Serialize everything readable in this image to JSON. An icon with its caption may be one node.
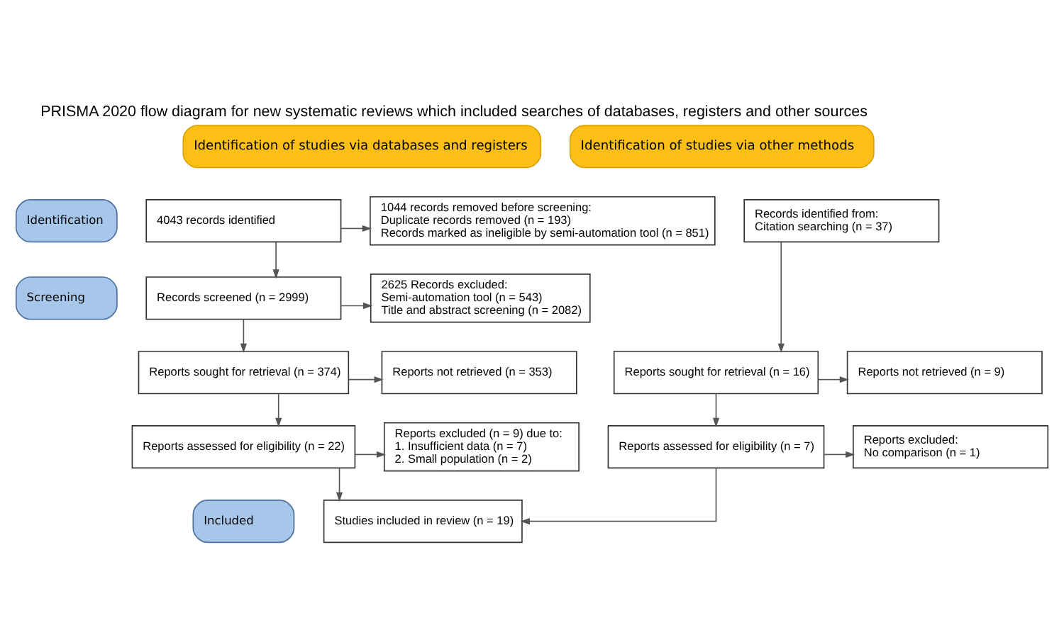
{
  "diagram": {
    "title": "PRISMA 2020 flow diagram for new systematic reviews which included searches of databases, registers and other sources",
    "nodes": [
      {
        "text": [
          "Identification of studies via databases and registers"
        ]
      },
      {
        "text": [
          "Identification of studies via other methods"
        ]
      },
      {
        "text": [
          "Identification"
        ]
      },
      {
        "text": [
          "4043 records identified"
        ]
      },
      {
        "text": [
          "1044 records removed before screening:",
          "Duplicate records removed (n = 193)",
          "Records marked as ineligible by semi-automation tool (n = 851)"
        ]
      },
      {
        "text": [
          "Records identified from:",
          "Citation searching (n = 37)"
        ]
      },
      {
        "text": [
          "Screening"
        ]
      },
      {
        "text": [
          "Records screened (n = 2999)"
        ]
      },
      {
        "text": [
          "2625 Records excluded:",
          "Semi-automation tool (n = 543)",
          "Title and abstract screening (n = 2082)"
        ]
      },
      {
        "text": [
          "Reports sought for retrieval (n = 374)"
        ]
      },
      {
        "text": [
          "Reports not retrieved (n = 353)"
        ]
      },
      {
        "text": [
          "Reports sought for retrieval (n = 16)"
        ]
      },
      {
        "text": [
          "Reports not retrieved (n = 9)"
        ]
      },
      {
        "text": [
          "Reports assessed for eligibility (n = 22)"
        ]
      },
      {
        "text": [
          "Reports excluded (n = 9) due to:",
          "1. Insufficient data (n = 7)",
          "2. Small population (n = 2)"
        ]
      },
      {
        "text": [
          "Reports assessed for eligibility (n = 7)"
        ]
      },
      {
        "text": [
          "Reports excluded:",
          "No comparison (n = 1)"
        ]
      },
      {
        "text": [
          "Included"
        ]
      },
      {
        "text": [
          "Studies included in review (n = 19)"
        ]
      }
    ],
    "edges": [
      {
        "from": 3,
        "to": 4,
        "arrow": "to"
      },
      {
        "from": 3,
        "to": 7,
        "arrow": "to"
      },
      {
        "from": 7,
        "to": 8,
        "arrow": "to"
      },
      {
        "from": 7,
        "to": 9,
        "arrow": "to"
      },
      {
        "from": 9,
        "to": 10,
        "arrow": "to"
      },
      {
        "from": 9,
        "to": 13,
        "arrow": "to"
      },
      {
        "from": 13,
        "to": 14,
        "arrow": "to"
      },
      {
        "from": 13,
        "to": 18,
        "arrow": "to"
      },
      {
        "from": 5,
        "to": 11,
        "arrow": "to"
      },
      {
        "from": 11,
        "to": 12,
        "arrow": "to"
      },
      {
        "from": 11,
        "to": 15,
        "arrow": "to"
      },
      {
        "from": 15,
        "to": 16,
        "arrow": "to"
      },
      {
        "from": 15,
        "to": 18,
        "arrow": "to"
      }
    ]
  }
}
